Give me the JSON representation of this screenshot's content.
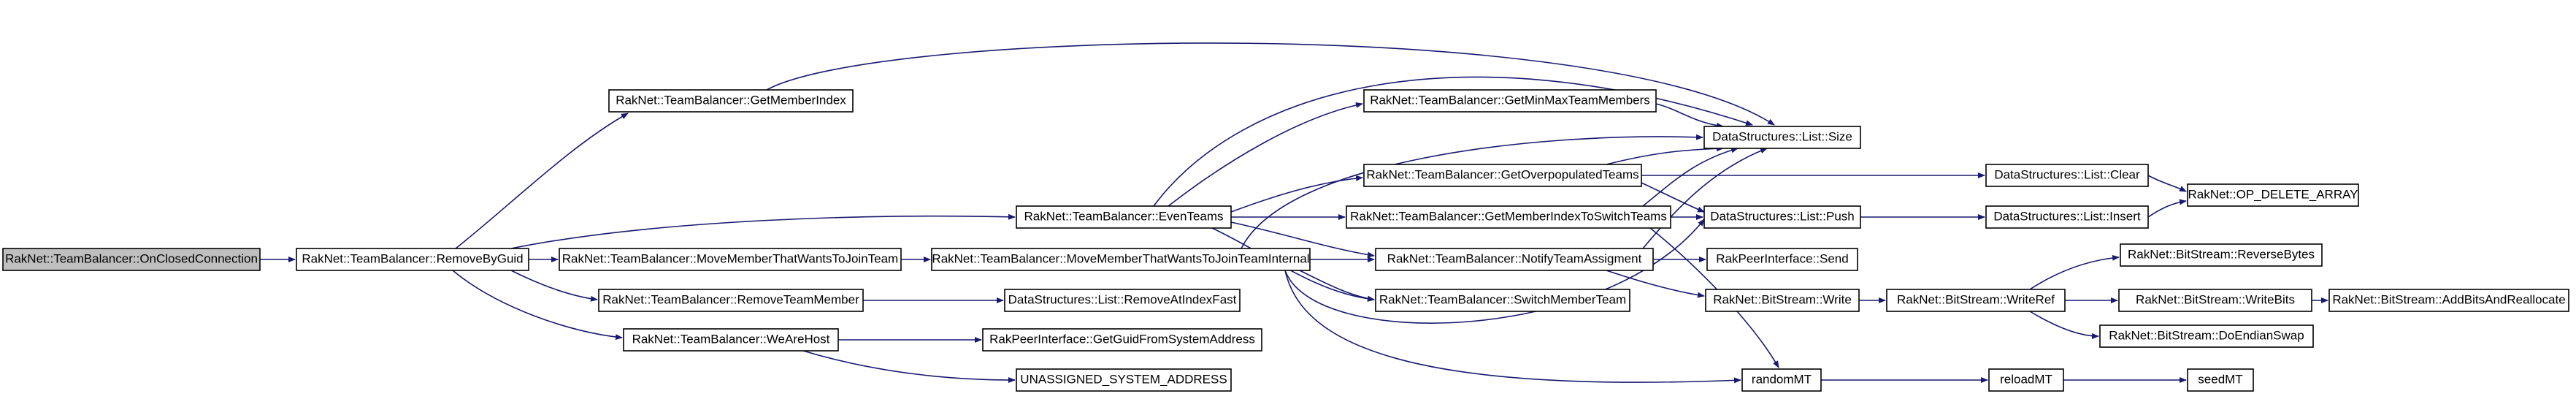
{
  "graph": {
    "colors": {
      "edge": "#191970",
      "root_fill": "#bfbfbf",
      "node_fill": "#ffffff",
      "node_border": "#000000"
    },
    "nodes": {
      "onClosed": "RakNet::TeamBalancer::OnClosedConnection",
      "removeByGuid": "RakNet::TeamBalancer::RemoveByGuid",
      "getMemberIndex": "RakNet::TeamBalancer::GetMemberIndex",
      "evenTeams": "RakNet::TeamBalancer::EvenTeams",
      "moveMember": "RakNet::TeamBalancer::MoveMemberThatWantsToJoinTeam",
      "moveMemberInternal": "RakNet::TeamBalancer::MoveMemberThatWantsToJoinTeamInternal",
      "removeTeamMember": "RakNet::TeamBalancer::RemoveTeamMember",
      "weAreHost": "RakNet::TeamBalancer::WeAreHost",
      "getMinMax": "RakNet::TeamBalancer::GetMinMaxTeamMembers",
      "getOverpop": "RakNet::TeamBalancer::GetOverpopulatedTeams",
      "getMemberIndexSwitch": "RakNet::TeamBalancer::GetMemberIndexToSwitchTeams",
      "notify": "RakNet::TeamBalancer::NotifyTeamAssigment",
      "switchMember": "RakNet::TeamBalancer::SwitchMemberTeam",
      "removeAtIndexFast": "DataStructures::List::RemoveAtIndexFast",
      "getGuid": "RakPeerInterface::GetGuidFromSystemAddress",
      "unassigned": "UNASSIGNED_SYSTEM_ADDRESS",
      "listSize": "DataStructures::List::Size",
      "listClear": "DataStructures::List::Clear",
      "listPush": "DataStructures::List::Push",
      "listInsert": "DataStructures::List::Insert",
      "send": "RakPeerInterface::Send",
      "bsWrite": "RakNet::BitStream::Write",
      "randomMT": "randomMT",
      "reloadMT": "reloadMT",
      "seedMT": "seedMT",
      "bsWriteRef": "RakNet::BitStream::WriteRef",
      "opDelete": "RakNet::OP_DELETE_ARRAY",
      "reverseBytes": "RakNet::BitStream::ReverseBytes",
      "writeBits": "RakNet::BitStream::WriteBits",
      "doEndian": "RakNet::BitStream::DoEndianSwap",
      "addBits": "RakNet::BitStream::AddBitsAndReallocate"
    }
  }
}
